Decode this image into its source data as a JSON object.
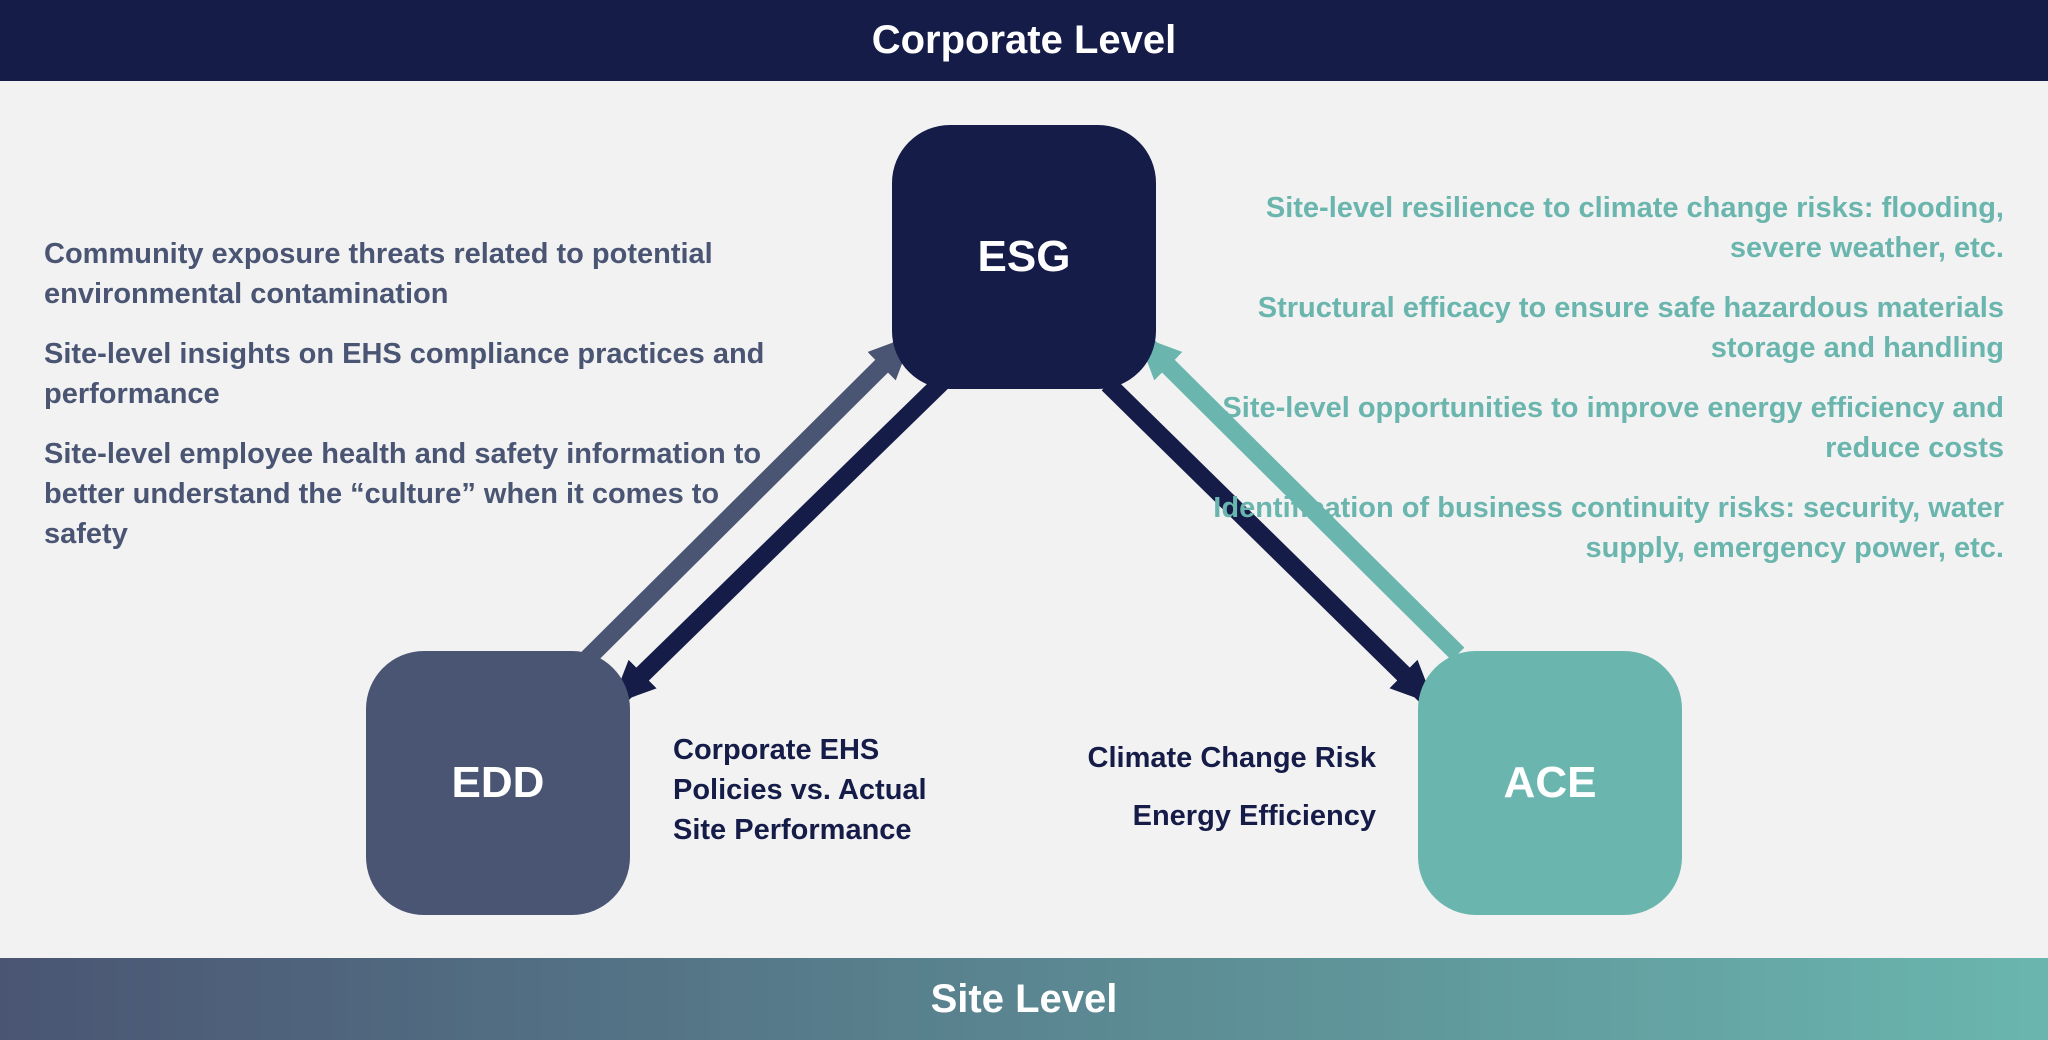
{
  "bands": {
    "top_label": "Corporate Level",
    "bottom_label": "Site Level"
  },
  "nodes": {
    "esg": "ESG",
    "edd": "EDD",
    "ace": "ACE"
  },
  "left_items": [
    "Community exposure threats related to potential environmental contamination",
    "Site-level insights on EHS compliance practices and performance",
    "Site-level employee health and safety information to better understand the “culture” when it comes to safety"
  ],
  "right_items": [
    "Site-level resilience to climate change risks: flooding, severe weather, etc.",
    "Structural efficacy to ensure safe hazardous materials storage and handling",
    "Site-level opportunities to improve energy efficiency and reduce costs",
    "Identification of business continuity risks: security, water supply, emergency power, etc."
  ],
  "edd_note": {
    "line1": "Corporate EHS",
    "line2": "Policies vs. Actual",
    "line3": "Site Performance"
  },
  "ace_note": {
    "line1": "Climate Change Risk",
    "line2": "Energy Efficiency"
  },
  "colors": {
    "navy": "#151c48",
    "slate": "#4a5573",
    "teal": "#6ab6ae",
    "background": "#f2f2f2"
  }
}
